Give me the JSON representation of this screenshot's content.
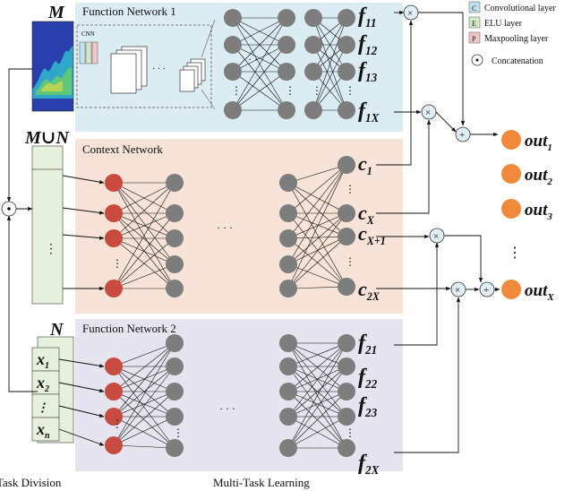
{
  "panels": {
    "fn1": {
      "title": "Function Network 1",
      "fill": "#dcecf3"
    },
    "context": {
      "title": "Context Network",
      "fill": "#f8e3d8"
    },
    "fn2": {
      "title": "Function Network 2",
      "fill": "#e6e4ee"
    }
  },
  "inputs": {
    "m_label": "M",
    "union_label": "M∪N",
    "n_label": "N",
    "x_main": [
      "x",
      "x",
      "⋮",
      "x"
    ],
    "x_sub": [
      "1",
      "2",
      "",
      "n"
    ],
    "cnn_label": "CNN",
    "ellipsis": "⋮"
  },
  "fn1_outputs": [
    {
      "main": "f",
      "sub": "11"
    },
    {
      "main": "f",
      "sub": "12"
    },
    {
      "main": "f",
      "sub": "13"
    },
    {
      "main": "f",
      "sub": "1X"
    }
  ],
  "context_outputs": [
    {
      "main": "c",
      "sub": "1"
    },
    {
      "main": "c",
      "sub": "X"
    },
    {
      "main": "c",
      "sub": "X+1"
    },
    {
      "main": "c",
      "sub": "2X"
    }
  ],
  "fn2_outputs": [
    {
      "main": "f",
      "sub": "21"
    },
    {
      "main": "f",
      "sub": "22"
    },
    {
      "main": "f",
      "sub": "23"
    },
    {
      "main": "f",
      "sub": "2X"
    }
  ],
  "final_outputs": [
    {
      "main": "out",
      "sub": "1"
    },
    {
      "main": "out",
      "sub": "2"
    },
    {
      "main": "out",
      "sub": "3"
    },
    {
      "main": "out",
      "sub": "X"
    }
  ],
  "legend": [
    {
      "key": "C",
      "label": "Convolutional layer",
      "color": "#bfe3ee"
    },
    {
      "key": "E",
      "label": "ELU layer",
      "color": "#d3e8c5"
    },
    {
      "key": "P",
      "label": "Maxpooling layer",
      "color": "#f2c6c8"
    }
  ],
  "legend_concat": "Concatenation",
  "operators": {
    "concat": "⊙",
    "multiply": "×",
    "add": "+",
    "dots_h": "· · ·",
    "dots_v": "⋮"
  },
  "footer": {
    "left": "Task Division",
    "center": "Multi-Task Learning"
  },
  "colors": {
    "hidden_node": "#7d7d7d",
    "input_node": "#c94a3f",
    "output_node": "#f08a3a",
    "op_circle": "#e2eef6"
  }
}
